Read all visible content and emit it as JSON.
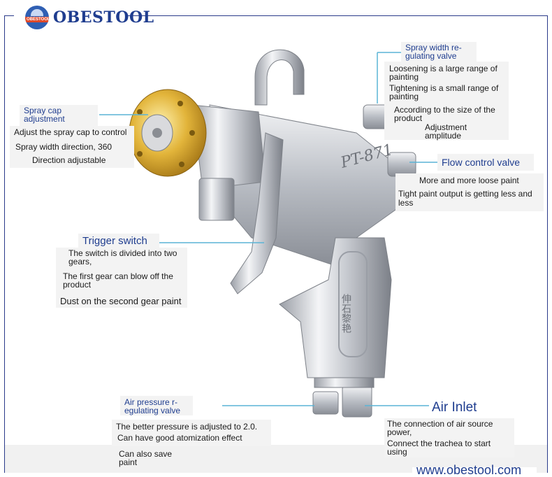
{
  "brand": {
    "name": "OBESTOOL",
    "badge": "OBESTOOL",
    "url": "www.obestool.com",
    "accent": "#1f3d8f",
    "line_color": "#5ab4d6"
  },
  "gun": {
    "model_marking": "PT-871",
    "handle_marking": "伸石黎艳"
  },
  "callouts": {
    "spray_cap": {
      "title_line1": "Spray cap",
      "title_line2": "adjustment",
      "line1": "Adjust the spray cap to control",
      "line2": "Spray width direction, 360",
      "line3": "Direction adjustable"
    },
    "spray_width": {
      "title_line1": "Spray width re-",
      "title_line2": "gulating valve",
      "line1a": "Loosening is a large range of",
      "line1b": "painting",
      "line2a": "Tightening is a small range of",
      "line2b": "painting",
      "line3a": "According to the size of the",
      "line3b": "product",
      "line4a": "Adjustment",
      "line4b": "amplitude"
    },
    "flow_control": {
      "title": "Flow control valve",
      "line1": "More and more loose paint",
      "line2a": "Tight paint output is getting less and",
      "line2b": "less"
    },
    "trigger": {
      "title": "Trigger switch",
      "line1a": "The switch is divided into two",
      "line1b": "gears,",
      "line2a": "The first gear can blow off the",
      "line2b": "product",
      "line3": "Dust on the second gear paint"
    },
    "air_pressure": {
      "title_line1": "Air pressure r-",
      "title_line2": "egulating valve",
      "line1": "The better pressure is adjusted to 2.0.",
      "line2": "Can have good atomization effect",
      "line3a": "Can also save",
      "line3b": "paint"
    },
    "air_inlet": {
      "title": "Air Inlet",
      "line1a": "The connection of air source",
      "line1b": "power,",
      "line2a": "Connect the trachea to start",
      "line2b": "using"
    }
  }
}
